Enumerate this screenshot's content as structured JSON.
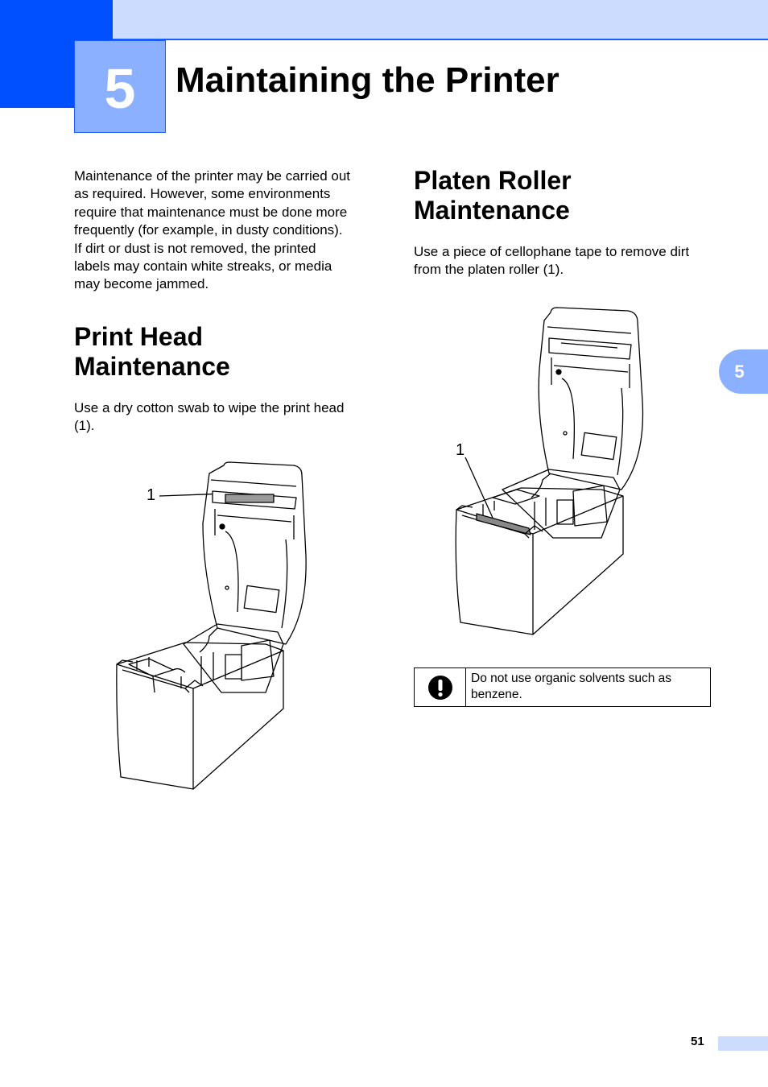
{
  "chapter": {
    "number": "5",
    "title": "Maintaining the Printer"
  },
  "side_tab": {
    "number": "5"
  },
  "intro": {
    "lines": [
      "Maintenance of the printer may be carried out",
      "as required. However, some environments",
      "require that maintenance must be done more",
      "frequently (for example, in dusty conditions).",
      "If dirt or dust is not removed, the printed",
      "labels may contain white streaks, or media",
      "may become jammed."
    ]
  },
  "print_head": {
    "heading_lines": [
      "Print Head",
      "Maintenance"
    ],
    "text_lines": [
      "Use a dry cotton swab to wipe the print head",
      "(1)."
    ],
    "callout": "1"
  },
  "platen": {
    "heading_lines": [
      "Platen Roller",
      "Maintenance"
    ],
    "text_lines": [
      "Use a piece of cellophane tape to remove dirt",
      "from the platen roller (1)."
    ],
    "callout": "1"
  },
  "caution": {
    "icon": "exclamation-icon",
    "lines": [
      "Do not use organic solvents such as",
      "benzene."
    ]
  },
  "page_number": "51",
  "colors": {
    "band": "#ccdcff",
    "chapter_blue": "#0050ff",
    "chapter_box": "#8ab0ff"
  }
}
